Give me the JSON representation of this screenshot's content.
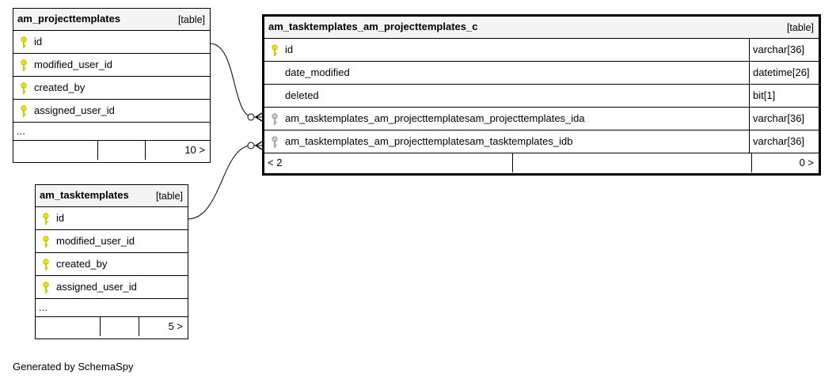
{
  "colors": {
    "primary_key": "#e6e600",
    "foreign_key": "#a8a8a8",
    "header_bg": "#f4f4f4",
    "border": "#000000"
  },
  "tables": {
    "am_projecttemplates": {
      "name": "am_projecttemplates",
      "kind": "[table]",
      "columns": [
        {
          "name": "id",
          "key": "primary-key-icon"
        },
        {
          "name": "modified_user_id",
          "key": "primary-key-icon"
        },
        {
          "name": "created_by",
          "key": "primary-key-icon"
        },
        {
          "name": "assigned_user_id",
          "key": "primary-key-icon"
        }
      ],
      "more": "...",
      "footer": {
        "right": "10 >"
      }
    },
    "am_tasktemplates": {
      "name": "am_tasktemplates",
      "kind": "[table]",
      "columns": [
        {
          "name": "id",
          "key": "primary-key-icon"
        },
        {
          "name": "modified_user_id",
          "key": "primary-key-icon"
        },
        {
          "name": "created_by",
          "key": "primary-key-icon"
        },
        {
          "name": "assigned_user_id",
          "key": "primary-key-icon"
        }
      ],
      "more": "...",
      "footer": {
        "right": "5 >"
      }
    },
    "rel": {
      "name": "am_tasktemplates_am_projecttemplates_c",
      "kind": "[table]",
      "columns": [
        {
          "name": "id",
          "type": "varchar[36]",
          "key": "primary-key-icon"
        },
        {
          "name": "date_modified",
          "type": "datetime[26]",
          "key": ""
        },
        {
          "name": "deleted",
          "type": "bit[1]",
          "key": ""
        },
        {
          "name": "am_tasktemplates_am_projecttemplatesam_projecttemplates_ida",
          "type": "varchar[36]",
          "key": "foreign-key-icon"
        },
        {
          "name": "am_tasktemplates_am_projecttemplatesam_tasktemplates_idb",
          "type": "varchar[36]",
          "key": "foreign-key-icon"
        }
      ],
      "footer": {
        "left": "< 2",
        "right": "0 >"
      }
    }
  },
  "generated_by": "Generated by SchemaSpy"
}
